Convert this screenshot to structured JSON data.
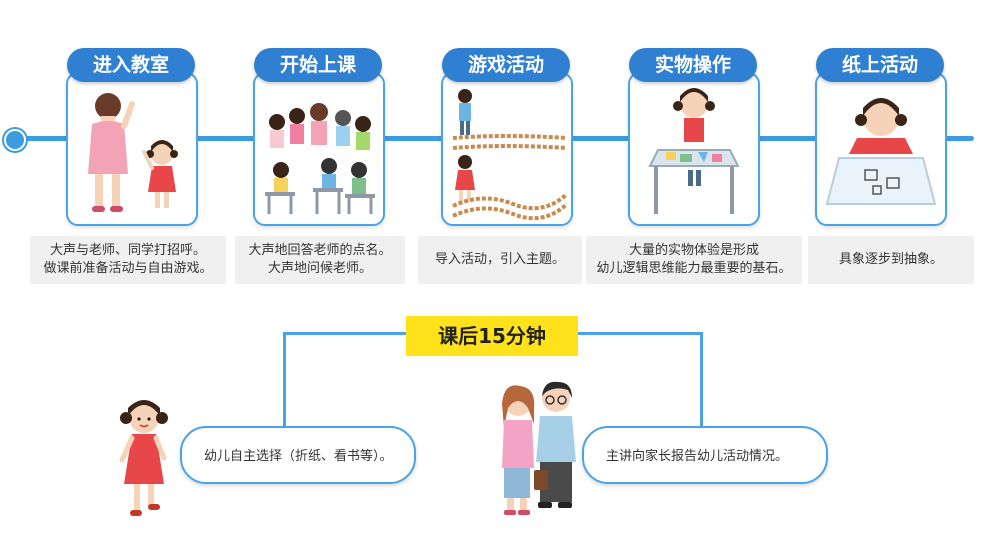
{
  "steps": [
    {
      "title": "进入教室",
      "desc": [
        "大声与老师、同学打招呼。",
        "做课前准备活动与自由游戏。"
      ]
    },
    {
      "title": "开始上课",
      "desc": [
        "大声地回答老师的点名。",
        "大声地问候老师。"
      ]
    },
    {
      "title": "游戏活动",
      "desc": [
        "导入活动，引入主题。"
      ]
    },
    {
      "title": "实物操作",
      "desc": [
        "大量的实物体验是形成",
        "幼儿逻辑思维能力最重要的基石。"
      ]
    },
    {
      "title": "纸上活动",
      "desc": [
        "具象逐步到抽象。"
      ]
    }
  ],
  "after_class": {
    "label": "课后15分钟",
    "left_text": "幼儿自主选择（折纸、看书等）。",
    "right_text": "主讲向家长报告幼儿活动情况。"
  },
  "colors": {
    "accent_blue": "#2f7fd3",
    "line_blue": "#3d9be0",
    "highlight_yellow": "#ffe21a",
    "desc_bg": "#f0f0f0"
  }
}
